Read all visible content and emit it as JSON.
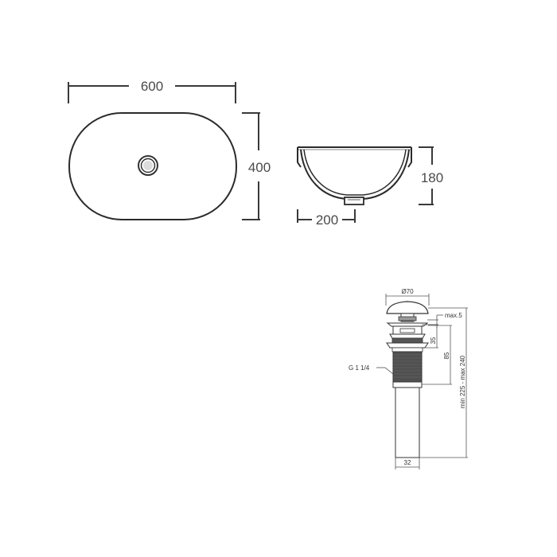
{
  "colors": {
    "line": "#2b2b2b",
    "dim_line": "#3a3a3a",
    "text": "#4a4a4a",
    "thread": "#555555",
    "background": "#ffffff"
  },
  "basin_top_view": {
    "width_label": "600",
    "height_label": "400"
  },
  "basin_side_view": {
    "height_label": "180",
    "half_width_label": "200"
  },
  "drain_detail": {
    "cap_diameter_label": "Ø70",
    "max_gap_label": "max.5",
    "upper_height_label": "35",
    "body_height_label": "85",
    "total_height_label": "min 225 - max 240",
    "thread_label": "G 1 1/4",
    "pipe_diameter_label": "32"
  }
}
